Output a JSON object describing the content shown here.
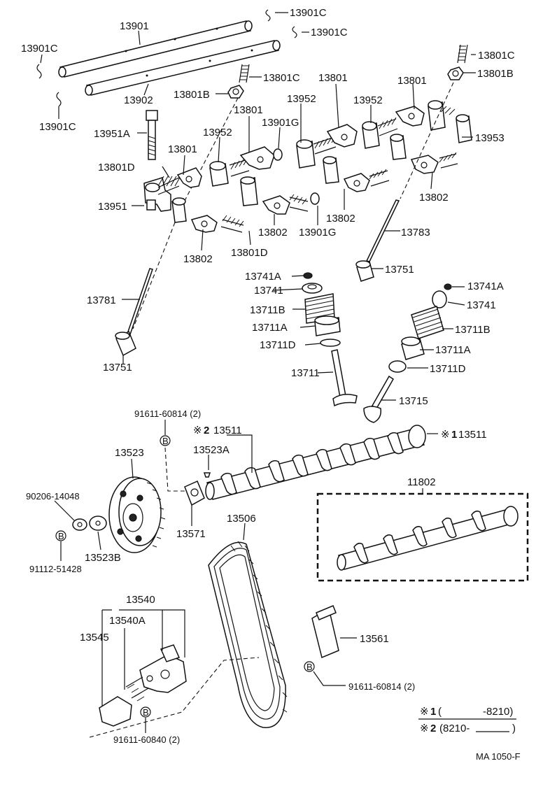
{
  "labels": {
    "l13901": "13901",
    "l13901c_1": "13901C",
    "l13901c_2": "13901C",
    "l13901c_3": "13901C",
    "l13901c_4": "13901C",
    "l13902": "13902",
    "l13801c_1": "13801C",
    "l13801c_2": "13801C",
    "l13801b_1": "13801B",
    "l13801b_2": "13801B",
    "l13801_1": "13801",
    "l13801_2": "13801",
    "l13801_3": "13801",
    "l13801_4": "13801",
    "l13952_1": "13952",
    "l13952_2": "13952",
    "l13952_3": "13952",
    "l13953": "13953",
    "l13951a": "13951A",
    "l13901g_1": "13901G",
    "l13901g_2": "13901G",
    "l13801d_1": "13801D",
    "l13801d_2": "13801D",
    "l13951": "13951",
    "l13802_1": "13802",
    "l13802_2": "13802",
    "l13802_3": "13802",
    "l13802_4": "13802",
    "l13783": "13783",
    "l13751_1": "13751",
    "l13751_2": "13751",
    "l13781": "13781",
    "l13741a_1": "13741A",
    "l13741a_2": "13741A",
    "l13741_1": "13741",
    "l13741_2": "13741",
    "l13711b_1": "13711B",
    "l13711b_2": "13711B",
    "l13711a_1": "13711A",
    "l13711a_2": "13711A",
    "l13711d_1": "13711D",
    "l13711d_2": "13711D",
    "l13711": "13711",
    "l13715": "13715",
    "l91611_1": "91611-60814 (2)",
    "l13511_2": "13511",
    "l13511_1": "13511",
    "l13523": "13523",
    "l13523a": "13523A",
    "l11802": "11802",
    "l90206": "90206-14048",
    "l13571": "13571",
    "l13506": "13506",
    "l13523b": "13523B",
    "l91112": "91112-51428",
    "l13540": "13540",
    "l13540a": "13540A",
    "l13545": "13545",
    "l13561": "13561",
    "l91611_2": "91611-60814 (2)",
    "l91611_3": "91611-60840 (2)",
    "mark1": "1",
    "mark2": "2",
    "note1_open": "(",
    "note1_value": "-8210)",
    "note2_value": "(8210-",
    "note2_close": ")",
    "footer_code": "MA  1050-F",
    "bolt_letter": "B",
    "asterisk": "※"
  }
}
